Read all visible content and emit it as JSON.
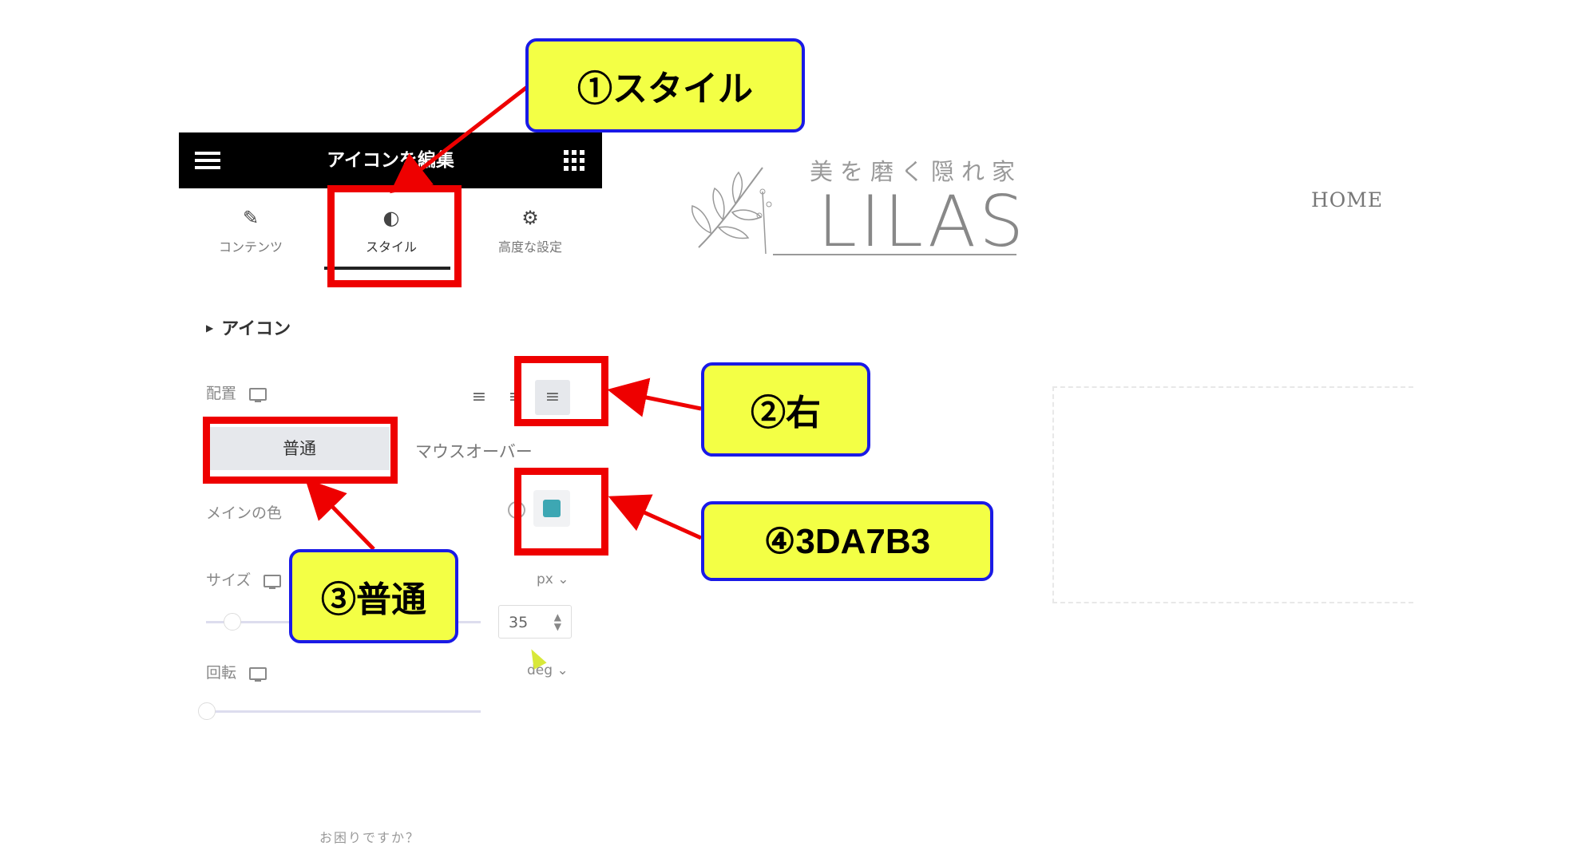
{
  "panel": {
    "title": "アイコンを編集",
    "tabs": [
      {
        "label": "コンテンツ",
        "icon": "pencil-icon"
      },
      {
        "label": "スタイル",
        "icon": "contrast-icon"
      },
      {
        "label": "高度な設定",
        "icon": "gear-icon"
      }
    ],
    "section_title": "アイコン",
    "alignment_label": "配置",
    "alignment_options": [
      "left",
      "center",
      "right"
    ],
    "alignment_selected": "right",
    "state_tabs": [
      "普通",
      "マウスオーバー"
    ],
    "main_color_label": "メインの色",
    "main_color_value": "#3DA7B3",
    "size_label": "サイズ",
    "size_unit": "px",
    "size_value": "35",
    "rotation_label": "回転",
    "rotation_unit": "deg",
    "footer_text": "お困りですか？"
  },
  "preview": {
    "logo_subtitle": "美を磨く隠れ家",
    "logo_title": "LILAS",
    "nav_home": "HOME"
  },
  "annotations": {
    "step1": "①スタイル",
    "step2": "②右",
    "step3": "③普通",
    "step4": "④3DA7B3",
    "callout_fill": "#F3FF45",
    "callout_border": "#1A1AE6",
    "highlight_color": "#EE0000"
  }
}
